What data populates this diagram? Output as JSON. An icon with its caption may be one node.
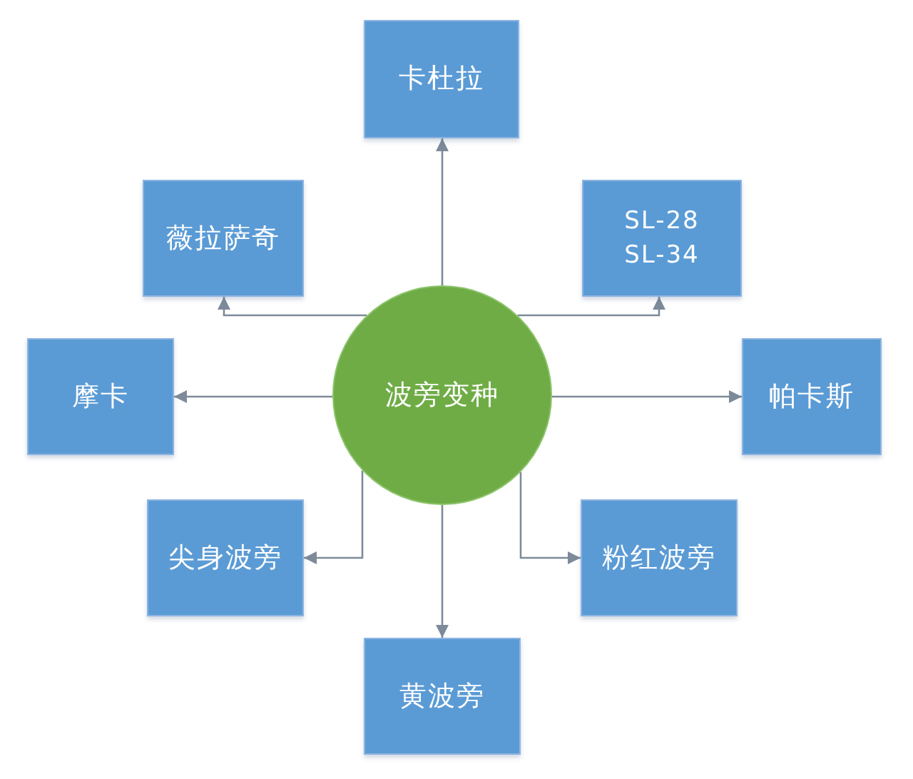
{
  "diagram": {
    "nodes": [
      {
        "text": [
          "卡杜拉"
        ]
      },
      {
        "text": [
          "薇拉萨奇"
        ]
      },
      {
        "text": [
          "SL-28",
          "SL-34"
        ]
      },
      {
        "text": [
          "摩卡"
        ]
      },
      {
        "text": [
          "波旁变种"
        ]
      },
      {
        "text": [
          "帕卡斯"
        ]
      },
      {
        "text": [
          "尖身波旁"
        ]
      },
      {
        "text": [
          "粉红波旁"
        ]
      },
      {
        "text": [
          "黄波旁"
        ]
      }
    ],
    "edges": [
      {
        "from": 4,
        "to": 0,
        "arrow": "to"
      },
      {
        "from": 4,
        "to": 1,
        "arrow": "to"
      },
      {
        "from": 4,
        "to": 2,
        "arrow": "to"
      },
      {
        "from": 4,
        "to": 3,
        "arrow": "to"
      },
      {
        "from": 4,
        "to": 5,
        "arrow": "to"
      },
      {
        "from": 4,
        "to": 6,
        "arrow": "to"
      },
      {
        "from": 4,
        "to": 7,
        "arrow": "to"
      },
      {
        "from": 4,
        "to": 8,
        "arrow": "to"
      }
    ]
  }
}
